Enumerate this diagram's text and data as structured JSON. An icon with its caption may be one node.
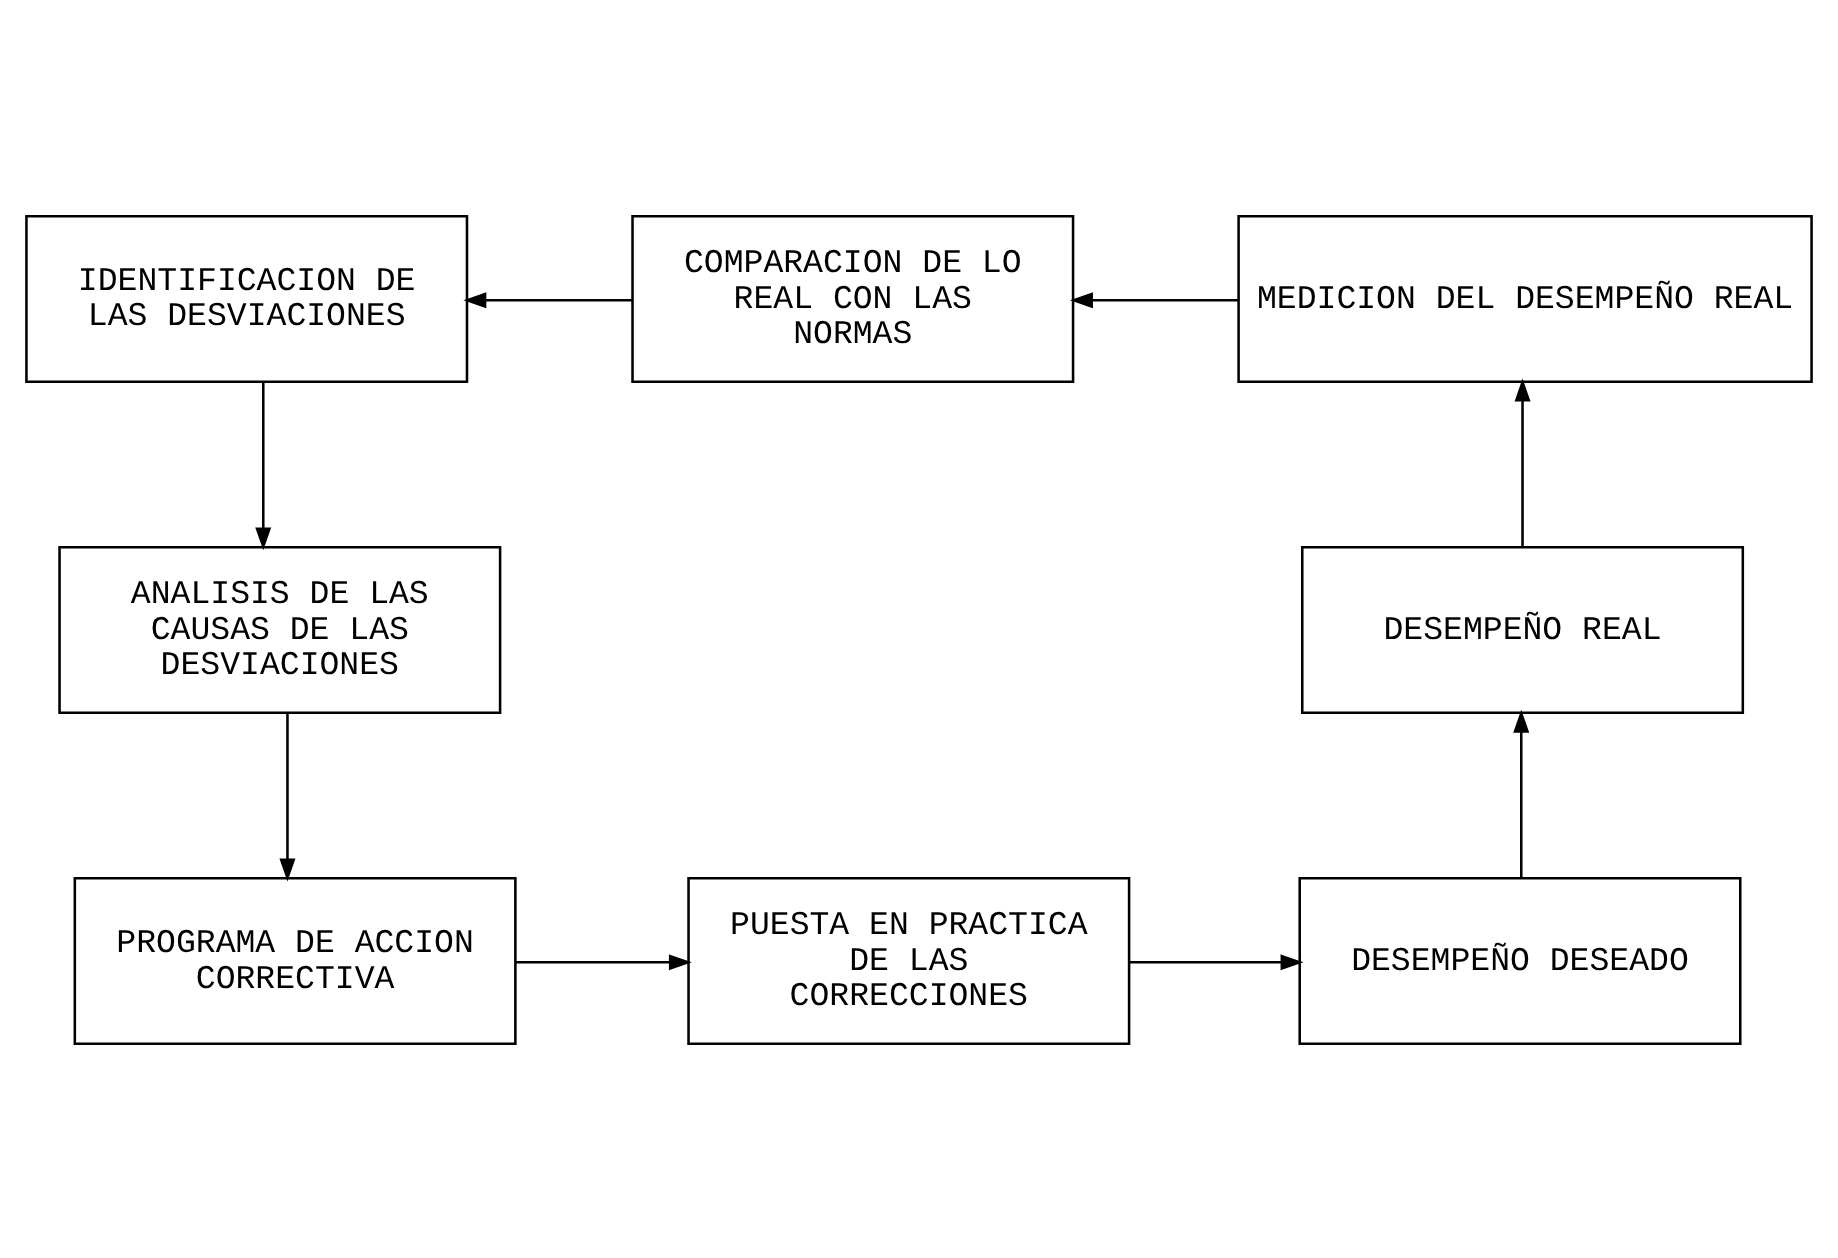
{
  "diagram": {
    "nodes": [
      {
        "text": [
          "IDENTIFICACION DE LAS DESVIACIONES"
        ]
      },
      {
        "text": [
          "COMPARACION DE LO REAL CON LAS NORMAS"
        ]
      },
      {
        "text": [
          "MEDICION DEL DESEMPEÑO REAL"
        ]
      },
      {
        "text": [
          "ANALISIS DE LAS CAUSAS DE LAS DESVIACIONES"
        ]
      },
      {
        "text": [
          "DESEMPEÑO REAL"
        ]
      },
      {
        "text": [
          "PROGRAMA DE ACCION CORRECTIVA"
        ]
      },
      {
        "text": [
          "PUESTA EN PRACTICA DE LAS CORRECCIONES"
        ]
      },
      {
        "text": [
          "DESEMPEÑO DESEADO"
        ]
      }
    ],
    "edges": [
      {
        "from": 2,
        "to": 1,
        "arrow": "to"
      },
      {
        "from": 1,
        "to": 0,
        "arrow": "to"
      },
      {
        "from": 0,
        "to": 3,
        "arrow": "to"
      },
      {
        "from": 3,
        "to": 5,
        "arrow": "to"
      },
      {
        "from": 5,
        "to": 6,
        "arrow": "to"
      },
      {
        "from": 6,
        "to": 7,
        "arrow": "to"
      },
      {
        "from": 7,
        "to": 4,
        "arrow": "to"
      },
      {
        "from": 4,
        "to": 2,
        "arrow": "to"
      }
    ]
  }
}
